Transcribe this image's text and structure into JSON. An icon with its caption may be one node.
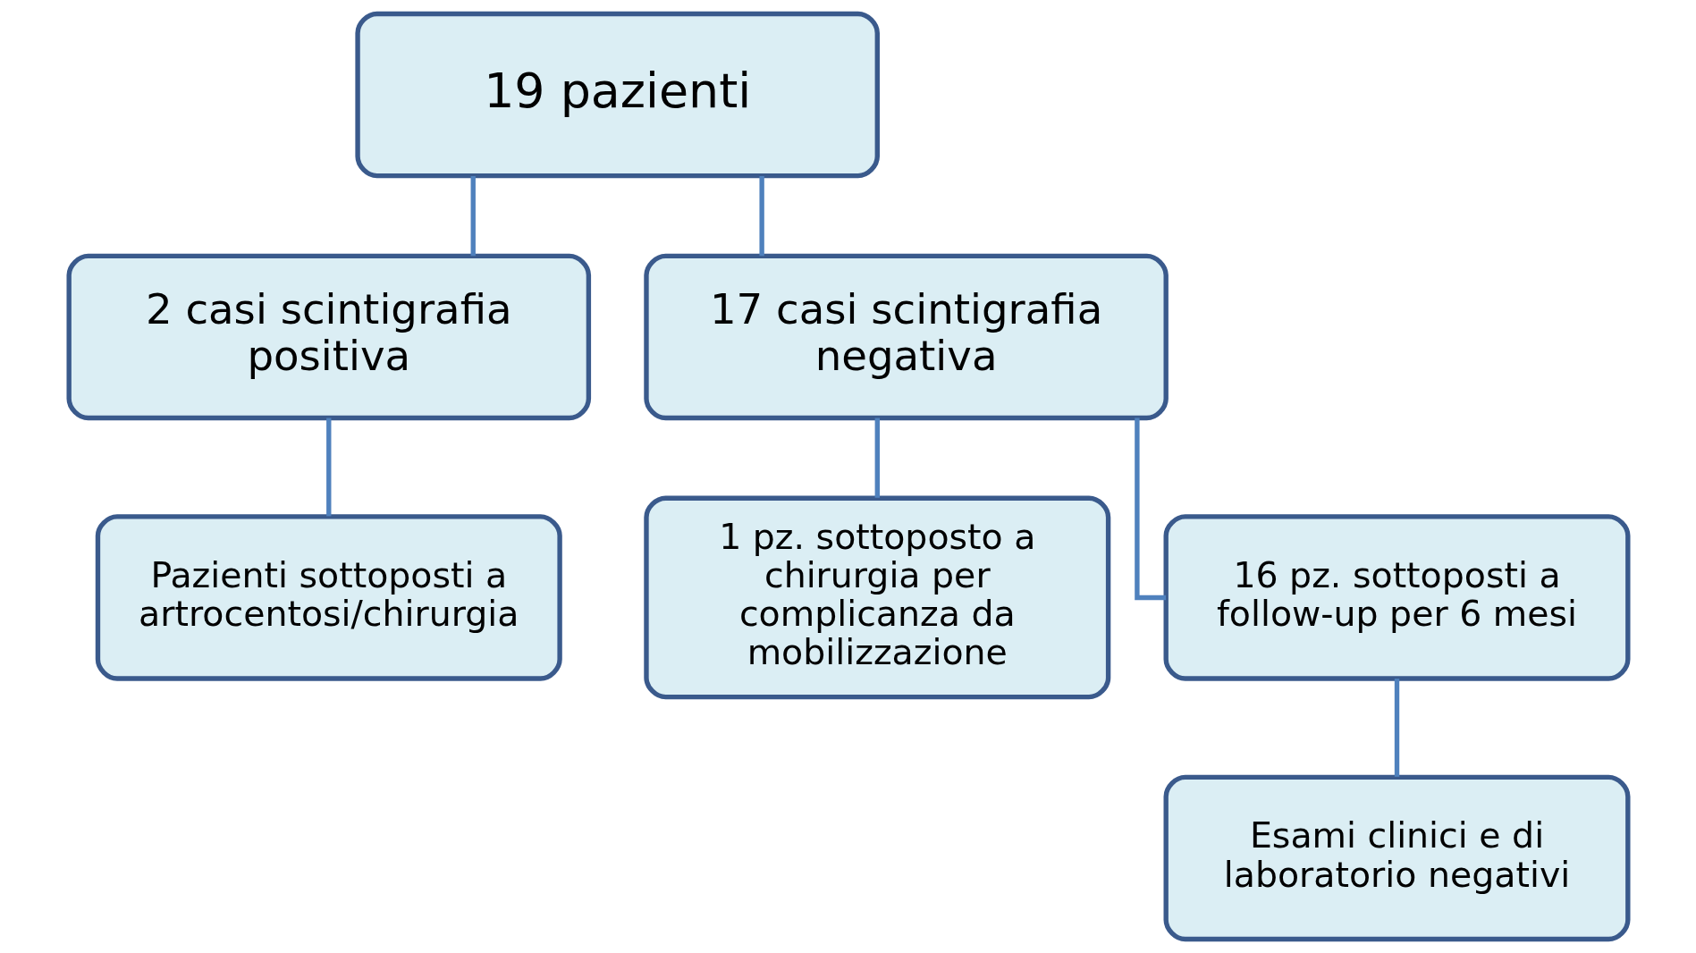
{
  "diagram": {
    "nodes": [
      {
        "text": [
          "19 pazienti"
        ]
      },
      {
        "text": [
          "2 casi scintigrafia positiva"
        ]
      },
      {
        "text": [
          "17 casi scintigrafia negativa"
        ]
      },
      {
        "text": [
          "Pazienti sottoposti a artrocentosi/chirurgia"
        ]
      },
      {
        "text": [
          "1 pz. sottoposto a chirurgia per complicanza da mobilizzazione"
        ]
      },
      {
        "text": [
          "16 pz. sottoposti a follow-up per 6 mesi"
        ]
      },
      {
        "text": [
          "Esami clinici e di laboratorio negativi"
        ]
      }
    ],
    "edges": [
      {
        "from": 0,
        "to": 1,
        "arrow": "none"
      },
      {
        "from": 0,
        "to": 2,
        "arrow": "none"
      },
      {
        "from": 1,
        "to": 3,
        "arrow": "none"
      },
      {
        "from": 2,
        "to": 4,
        "arrow": "none"
      },
      {
        "from": 2,
        "to": 5,
        "arrow": "none"
      },
      {
        "from": 5,
        "to": 6,
        "arrow": "none"
      }
    ]
  }
}
